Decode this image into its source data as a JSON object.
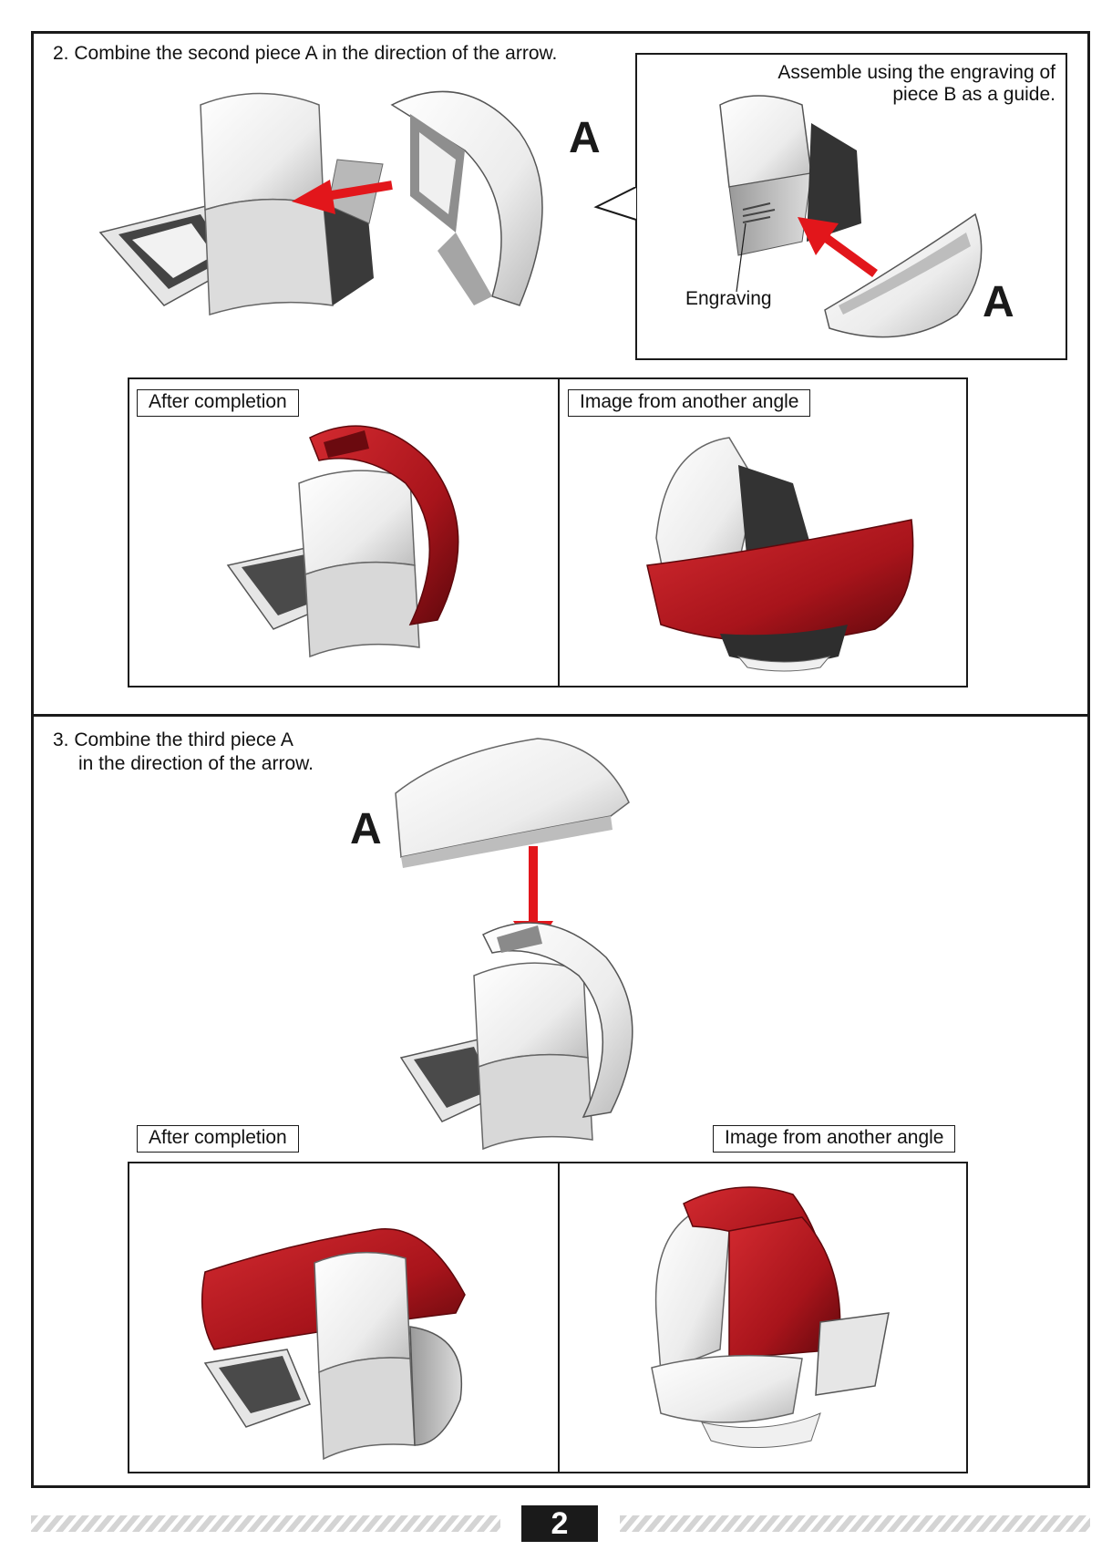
{
  "step2": {
    "title": "2. Combine the second piece A in the direction of the arrow.",
    "piece_label": "A",
    "callout": {
      "text_line1": "Assemble using the engraving of",
      "text_line2": "piece B as a guide.",
      "engraving_label": "Engraving",
      "piece_label": "A"
    },
    "after_label": "After completion",
    "angle_label": "Image from another angle"
  },
  "step3": {
    "title_line1": "3.  Combine the third piece A",
    "title_line2": "in the direction of the arrow.",
    "piece_label": "A",
    "after_label": "After completion",
    "angle_label": "Image from another angle"
  },
  "footer": {
    "page_number": "2"
  },
  "colors": {
    "accent_red": "#b11a22",
    "arrow_red": "#e2161b",
    "ink": "#1a1a1a",
    "shade": "#d9d9d9"
  }
}
